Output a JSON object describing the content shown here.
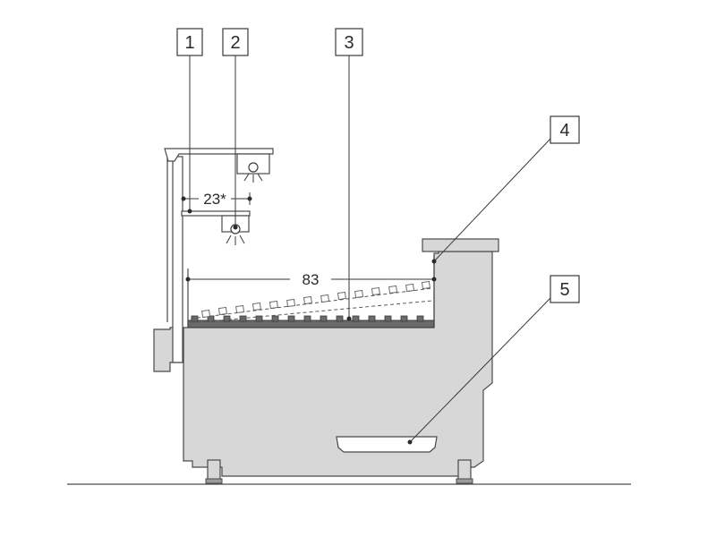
{
  "callouts": [
    "1",
    "2",
    "3",
    "4",
    "5"
  ],
  "dimensions": {
    "shelf_depth": "23*",
    "interior_depth": "83"
  }
}
